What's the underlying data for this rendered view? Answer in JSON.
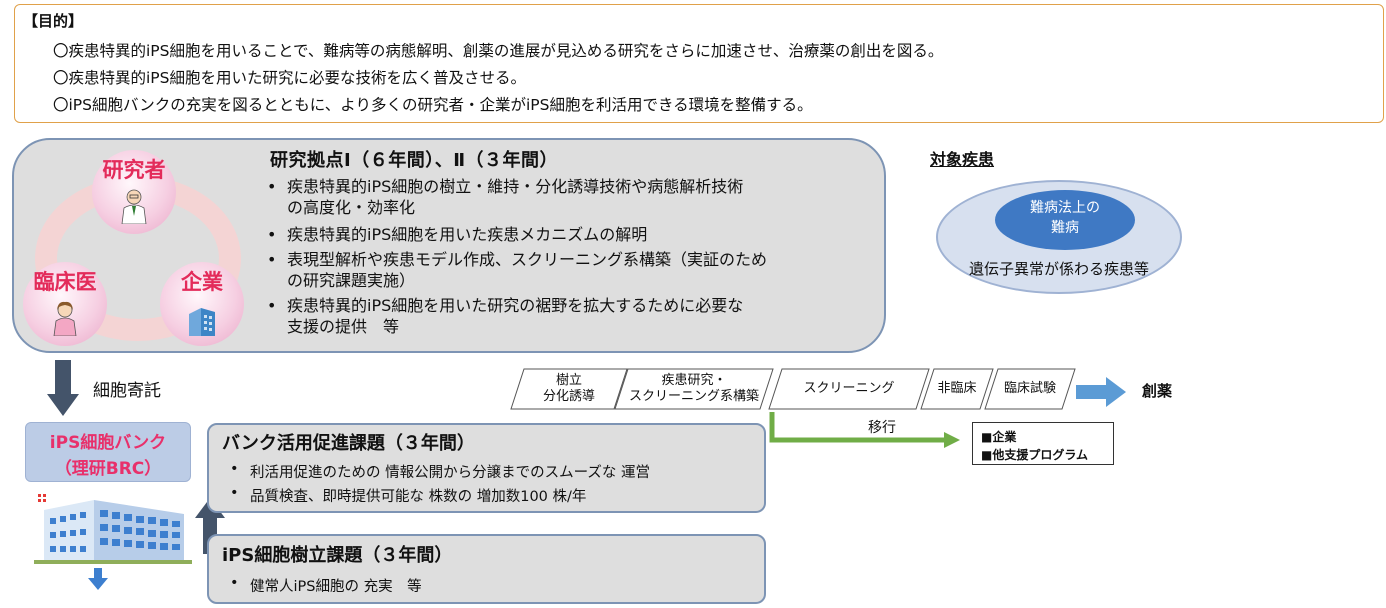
{
  "purpose": {
    "title": "【目的】",
    "lines": [
      "〇疾患特異的iPS細胞を用いることで、難病等の病態解明、創薬の進展が見込める研究をさらに加速させ、治療薬の創出を図る。",
      "〇疾患特異的iPS細胞を用いた研究に必要な技術を広く普及させる。",
      "〇iPS細胞バンクの充実を図るとともに、より多くの研究者・企業がiPS細胞を利活用できる環境を整備する。"
    ]
  },
  "hub": {
    "title": "研究拠点Ⅰ（６年間）、Ⅱ（３年間）",
    "roles": [
      "研究者",
      "臨床医",
      "企業"
    ],
    "bullets": [
      [
        "疾患特異的iPS細胞の樹立・維持・分化誘導技術や病態解析技術",
        "の高度化・効率化"
      ],
      [
        "疾患特異的iPS細胞を用いた疾患メカニズムの解明"
      ],
      [
        "表現型解析や疾患モデル作成、スクリーニング系構築（実証のため",
        "の研究課題実施）"
      ],
      [
        "疾患特異的iPS細胞を用いた研究の裾野を拡大するために必要な",
        "支援の提供　等"
      ]
    ]
  },
  "target": {
    "title": "対象疾患",
    "inner": [
      "難病法上の",
      "難病"
    ],
    "outer": "遺伝子異常が係わる疾患等"
  },
  "deposit": "細胞寄託",
  "bank": {
    "label": [
      "iPS細胞バンク",
      "（理研BRC）"
    ],
    "title": "バンク活用促進課題（３年間）",
    "bullets": [
      "利活用促進のための 情報公開から分譲までのスムーズな 運営",
      "品質検査、即時提供可能な 株数の 増加数100 株/年"
    ]
  },
  "establish": {
    "title": "iPS細胞樹立課題（３年間）",
    "bullets": [
      "健常人iPS細胞の 充実　等"
    ]
  },
  "pipeline": {
    "steps": [
      [
        "樹立",
        "分化誘導"
      ],
      [
        "疾患研究・",
        "スクリーニング系構築"
      ],
      [
        "スクリーニング"
      ],
      [
        "非臨床"
      ],
      [
        "臨床試験"
      ]
    ],
    "goal": "創薬",
    "transfer": "移行",
    "destinations": [
      "■企業",
      "■他支援プログラム"
    ]
  },
  "colors": {
    "accent_blue": "#3f79c4",
    "arrow_green": "#70ad47",
    "arrow_navy": "#44546a",
    "pink_label": "#e32b5a",
    "orange_border": "#e0a14a"
  }
}
